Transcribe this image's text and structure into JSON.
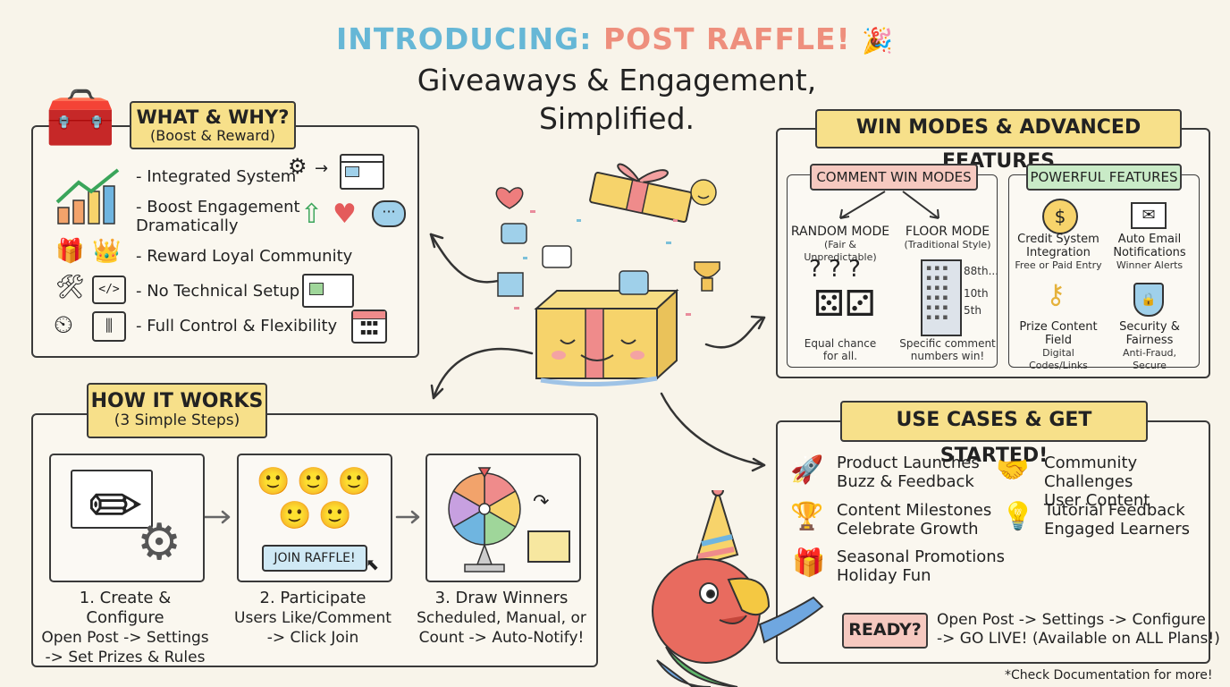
{
  "title": {
    "prefix": "INTRODUCING:",
    "highlight": "POST RAFFLE!",
    "line2": "Giveaways & Engagement,",
    "line3": "Simplified."
  },
  "what_why": {
    "heading": "WHAT & WHY?",
    "subheading": "(Boost & Reward)",
    "items": [
      "- Integrated System",
      "- Boost Engagement\nDramatically",
      "- Reward Loyal Community",
      "- No Technical Setup",
      "- Full Control & Flexibility"
    ]
  },
  "how_it_works": {
    "heading": "HOW IT WORKS",
    "subheading": "(3 Simple Steps)",
    "join_button": "JOIN RAFFLE!",
    "steps": [
      {
        "title": "1. Create & Configure",
        "line1": "Open Post -> Settings",
        "line2": "-> Set Prizes & Rules"
      },
      {
        "title": "2. Participate",
        "line1": "Users Like/Comment",
        "line2": "-> Click Join"
      },
      {
        "title": "3. Draw Winners",
        "line1": "Scheduled, Manual, or",
        "line2": "Count -> Auto-Notify!"
      }
    ]
  },
  "win_modes": {
    "heading": "WIN MODES & ADVANCED FEATURES",
    "comment_heading": "COMMENT WIN MODES",
    "random": {
      "title": "RANDOM MODE",
      "subtitle": "(Fair & Unpredictable)",
      "desc1": "Equal chance",
      "desc2": "for all."
    },
    "floor": {
      "title": "FLOOR MODE",
      "subtitle": "(Traditional Style)",
      "desc1": "Specific comment",
      "desc2": "numbers win!",
      "floors": [
        "88th...",
        "10th",
        "5th"
      ]
    },
    "features_heading": "POWERFUL FEATURES",
    "features": [
      {
        "title1": "Credit System",
        "title2": "Integration",
        "desc": "Free or Paid Entry"
      },
      {
        "title1": "Auto Email",
        "title2": "Notifications",
        "desc": "Winner Alerts"
      },
      {
        "title1": "Prize Content",
        "title2": "Field",
        "desc": "Digital Codes/Links"
      },
      {
        "title1": "Security &",
        "title2": "Fairness",
        "desc": "Anti-Fraud, Secure"
      }
    ]
  },
  "use_cases": {
    "heading": "USE CASES & GET STARTED!",
    "items": [
      {
        "title": "Product Launches",
        "desc": "Buzz & Feedback"
      },
      {
        "title": "Community Challenges",
        "desc": "User Content"
      },
      {
        "title": "Content Milestones",
        "desc": "Celebrate Growth"
      },
      {
        "title": "Tutorial Feedback",
        "desc": "Engaged Learners"
      },
      {
        "title": "Seasonal Promotions",
        "desc": "Holiday Fun"
      }
    ],
    "ready_label": "READY?",
    "ready_line1": "Open Post -> Settings -> Configure",
    "ready_line2": "-> GO LIVE! (Available on ALL Plans!)"
  },
  "footnote": "*Check Documentation for more!",
  "colors": {
    "yellow": "#f7e08a",
    "pink": "#f6c9c0",
    "green": "#c9ebc7",
    "title_blue": "#66b7d6",
    "title_coral": "#ee8f7d"
  }
}
